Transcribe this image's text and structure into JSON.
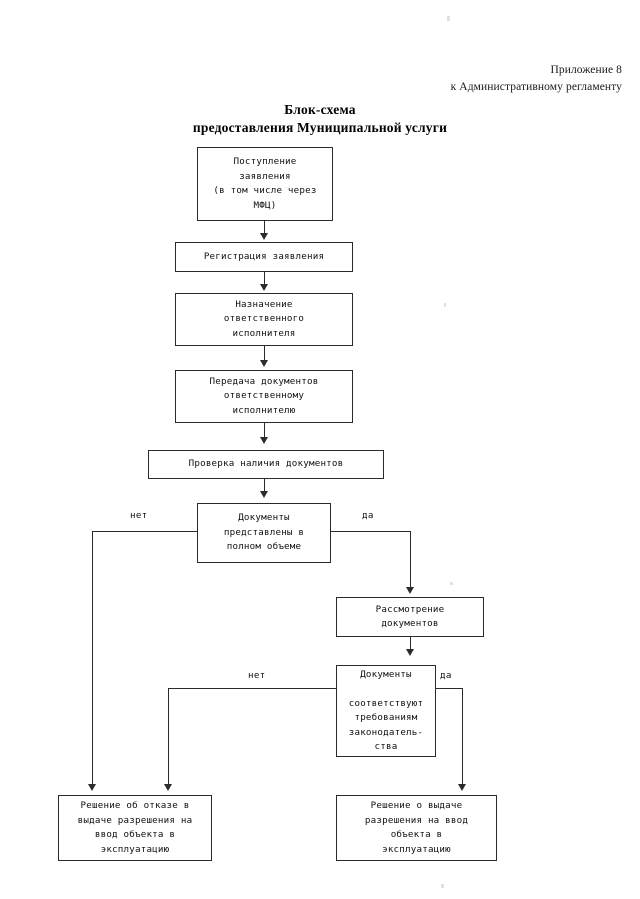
{
  "document": {
    "header": {
      "line1": "Приложение 8",
      "line2": "к Административному регламенту"
    },
    "title": {
      "line1": "Блок-схема",
      "line2": "предоставления Муниципальной услуги"
    }
  },
  "chart_data": {
    "type": "diagram",
    "diagram_kind": "flowchart",
    "title": "Блок-схема предоставления Муниципальной услуги",
    "orientation": "top-to-bottom",
    "nodes": [
      {
        "id": "n1",
        "kind": "process",
        "text": "Поступление\nзаявления\n(в том числе через\nМФЦ)"
      },
      {
        "id": "n2",
        "kind": "process",
        "text": "Регистрация заявления"
      },
      {
        "id": "n3",
        "kind": "process",
        "text": "Назначение\nответственного\nисполнителя"
      },
      {
        "id": "n4",
        "kind": "process",
        "text": "Передача документов\nответственному\nисполнителю"
      },
      {
        "id": "n5",
        "kind": "process",
        "text": "Проверка наличия документов"
      },
      {
        "id": "n6",
        "kind": "decision",
        "text": "Документы\nпредставлены в\nполном объеме"
      },
      {
        "id": "n7",
        "kind": "process",
        "text": "Рассмотрение\nдокументов"
      },
      {
        "id": "n8",
        "kind": "decision",
        "text": "Документы\n\nсоответствуют\nтребованиям\nзаконодатель-\nства"
      },
      {
        "id": "n9",
        "kind": "terminator",
        "text": "Решение об отказе в\nвыдаче разрешения на\nввод объекта в\nэксплуатацию"
      },
      {
        "id": "n10",
        "kind": "terminator",
        "text": "Решение о выдаче\nразрешения на ввод\nобъекта в\nэксплуатацию"
      }
    ],
    "edges": [
      {
        "from": "n1",
        "to": "n2",
        "label": ""
      },
      {
        "from": "n2",
        "to": "n3",
        "label": ""
      },
      {
        "from": "n3",
        "to": "n4",
        "label": ""
      },
      {
        "from": "n4",
        "to": "n5",
        "label": ""
      },
      {
        "from": "n5",
        "to": "n6",
        "label": ""
      },
      {
        "from": "n6",
        "to": "n9",
        "label": "нет"
      },
      {
        "from": "n6",
        "to": "n7",
        "label": "да"
      },
      {
        "from": "n7",
        "to": "n8",
        "label": ""
      },
      {
        "from": "n8",
        "to": "n9",
        "label": "нет"
      },
      {
        "from": "n8",
        "to": "n10",
        "label": "да"
      }
    ],
    "labels": {
      "no_1": "нет",
      "yes_1": "да",
      "no_2": "нет",
      "yes_2": "да"
    }
  }
}
